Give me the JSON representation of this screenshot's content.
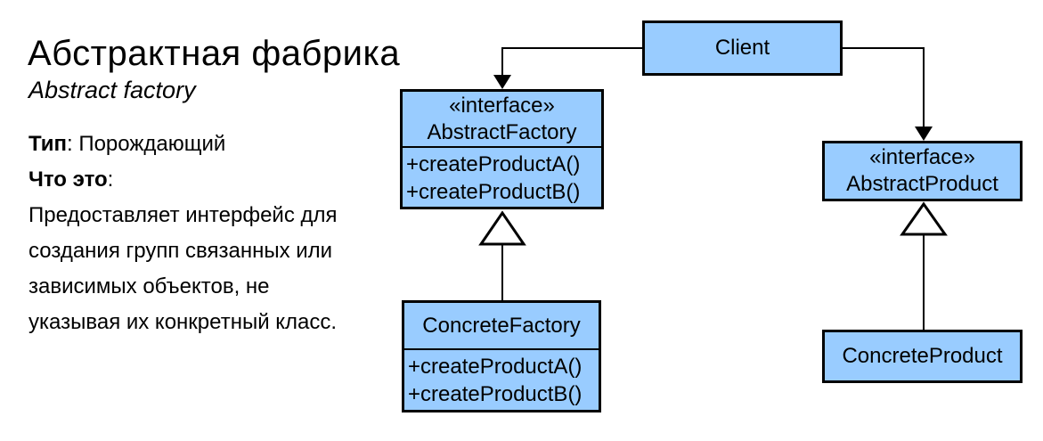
{
  "card": {
    "title": "Абстрактная фабрика",
    "subtitle": "Abstract factory",
    "type_label": "Тип",
    "type_rest": ": Порождающий",
    "what_label": "Что это",
    "what_rest": ":",
    "description_lines": [
      "Предоставляет интерфейс для",
      "создания групп связанных или",
      "зависимых объектов, не",
      "указывая их конкретный класс."
    ]
  },
  "diagram": {
    "client": {
      "name": "Client"
    },
    "abstract_factory": {
      "stereotype": "«interface»",
      "name": "AbstractFactory",
      "methods": [
        "+createProductA()",
        "+createProductB()"
      ]
    },
    "concrete_factory": {
      "name": "ConcreteFactory",
      "methods": [
        "+createProductA()",
        "+createProductB()"
      ]
    },
    "abstract_product": {
      "stereotype": "«interface»",
      "name": "AbstractProduct"
    },
    "concrete_product": {
      "name": "ConcreteProduct"
    }
  },
  "colors": {
    "box_fill": "#99CCFF",
    "box_border": "#000000",
    "text": "#000000"
  }
}
